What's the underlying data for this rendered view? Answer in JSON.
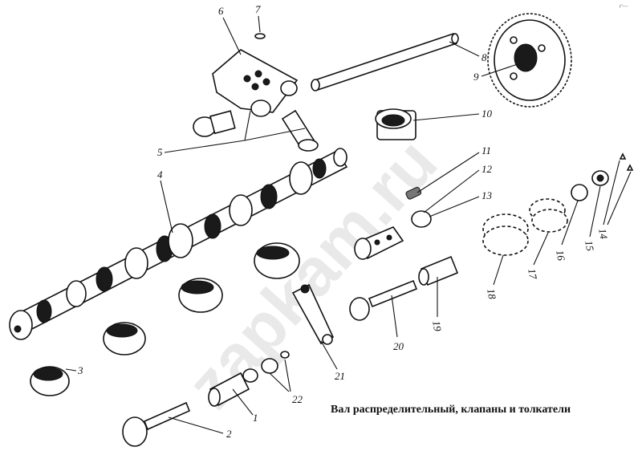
{
  "watermark": "zapkam.ru",
  "caption": "Вал распределительный, клапаны и толкатели",
  "corner_mark": "r'---",
  "labels": [
    "1",
    "2",
    "3",
    "4",
    "5",
    "6",
    "7",
    "8",
    "9",
    "10",
    "11",
    "12",
    "13",
    "14",
    "15",
    "16",
    "17",
    "18",
    "19",
    "20",
    "21",
    "22"
  ]
}
